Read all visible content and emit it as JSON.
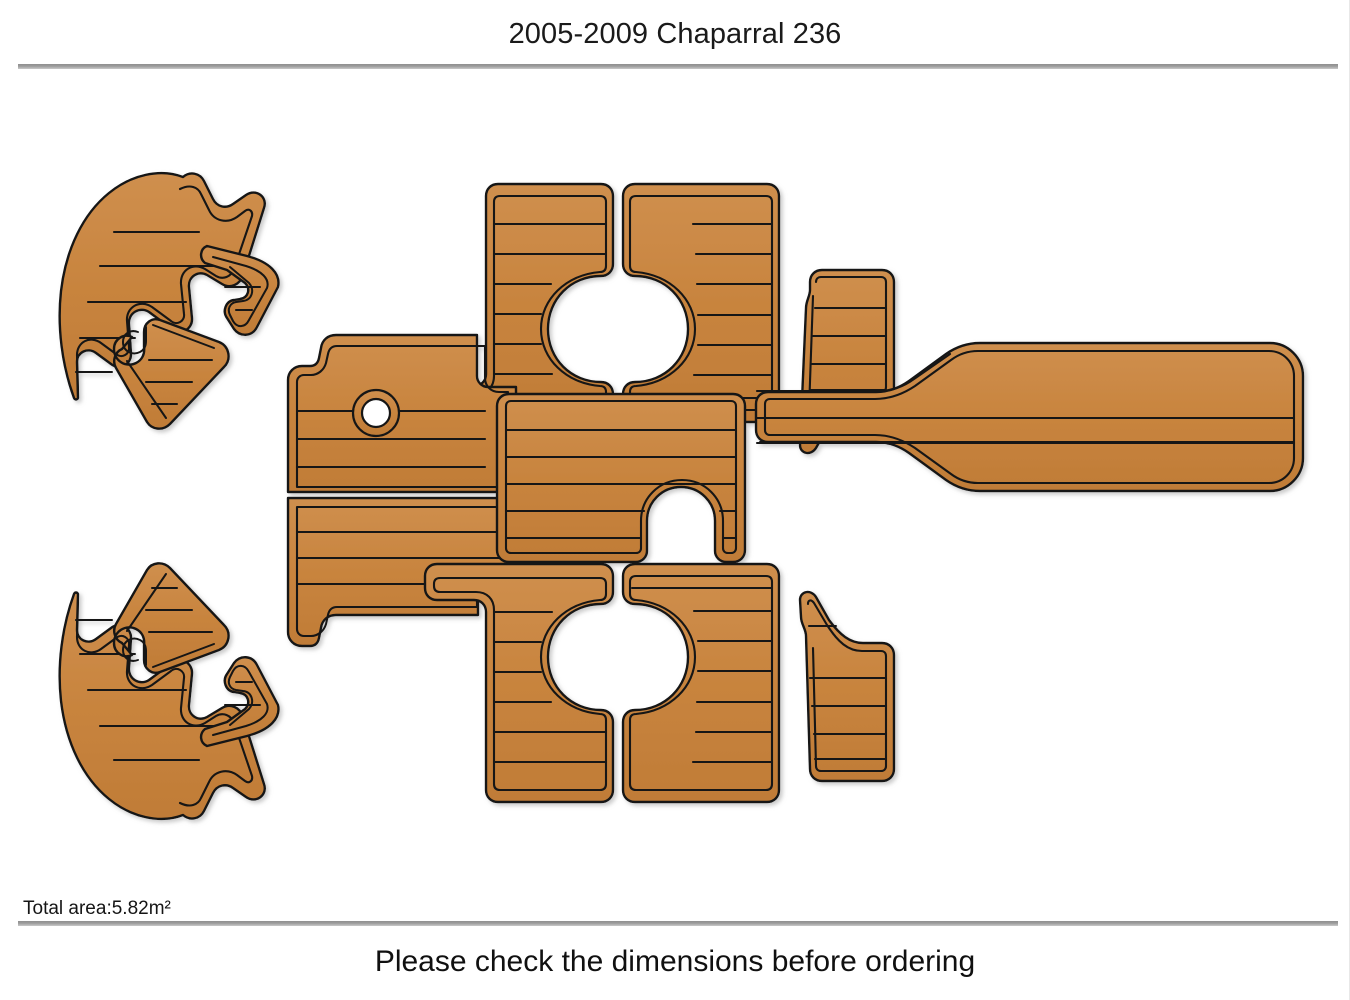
{
  "header": {
    "title": "2005-2009 Chaparral 236",
    "rule_color": "#9a9a9a"
  },
  "footer": {
    "total_area_label": "Total area:5.82m²",
    "caption": "Please check the dimensions before ordering",
    "rule_color": "#9a9a9a"
  },
  "diagram": {
    "name": "boat-deck-pad-layout",
    "description": "EVA foam teak boat deck pad template pieces for a Chaparral 236",
    "colors": {
      "teak_fill": "#c8843e",
      "teak_fill_light": "#cf9050",
      "outline": "#141414",
      "background": "#ffffff",
      "shadow": "#d9d9d9"
    },
    "pieces": [
      {
        "id": "left-upper-wing",
        "label": "port forward bow piece"
      },
      {
        "id": "left-upper-inner",
        "label": "port forward inner wedge"
      },
      {
        "id": "left-upper-tip",
        "label": "port forward tip piece"
      },
      {
        "id": "left-lower-wing",
        "label": "port aft bow piece"
      },
      {
        "id": "left-lower-inner",
        "label": "port aft inner wedge"
      },
      {
        "id": "left-lower-tip",
        "label": "port aft tip piece"
      },
      {
        "id": "cockpit-upper-left",
        "label": "cockpit upper left panel"
      },
      {
        "id": "cockpit-upper-right",
        "label": "cockpit upper right panel"
      },
      {
        "id": "starboard-upper-strip",
        "label": "starboard upper narrow strip"
      },
      {
        "id": "walkway-upper",
        "label": "walkway upper panel with drain hole"
      },
      {
        "id": "walkway-lower",
        "label": "walkway lower panel"
      },
      {
        "id": "center-main",
        "label": "center main panel with notch"
      },
      {
        "id": "swim-platform",
        "label": "swim platform long panel"
      },
      {
        "id": "cockpit-lower-left",
        "label": "cockpit lower left panel"
      },
      {
        "id": "cockpit-lower-right",
        "label": "cockpit lower right panel"
      },
      {
        "id": "starboard-lower-strip",
        "label": "starboard lower narrow strip"
      }
    ],
    "features": {
      "drain_hole_count": 1,
      "large_circular_cutouts": 2,
      "notch_count": 1
    }
  }
}
